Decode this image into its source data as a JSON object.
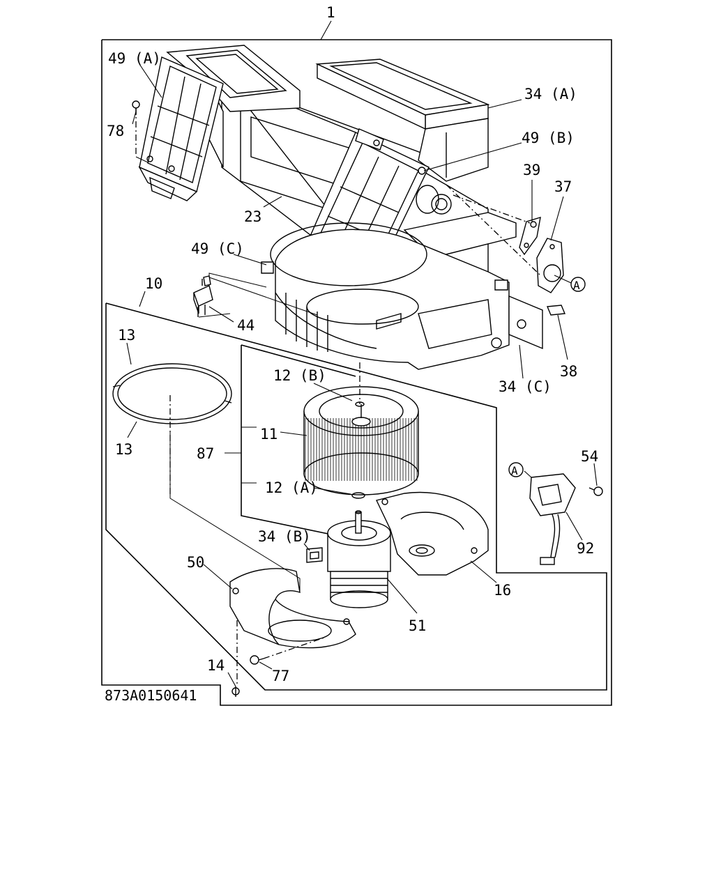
{
  "drawing_code": "873A0150641",
  "callouts": {
    "c1": "1",
    "c49a": "49 (A)",
    "c78": "78",
    "c34a": "34 (A)",
    "c49b": "49 (B)",
    "c39": "39",
    "c37": "37",
    "c23": "23",
    "c49c": "49 (C)",
    "c10": "10",
    "c44": "44",
    "c38": "38",
    "c34c": "34 (C)",
    "c13a": "13",
    "c13b": "13",
    "c12b": "12 (B)",
    "c11": "11",
    "c87": "87",
    "c12a": "12 (A)",
    "c54": "54",
    "c92": "92",
    "c34b": "34 (B)",
    "c50": "50",
    "c16": "16",
    "c51": "51",
    "c14": "14",
    "c77": "77",
    "refA1": "A",
    "refA2": "A"
  }
}
